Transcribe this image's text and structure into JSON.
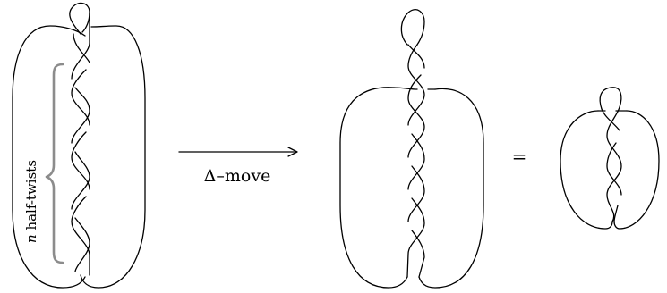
{
  "diagram": {
    "twist_label_var": "n",
    "twist_label_text": " half-twists",
    "arrow_label": "Δ–move",
    "equals_sign": "="
  },
  "colors": {
    "stroke": "#000000",
    "brace": "#8c8c8c",
    "background": "#ffffff"
  }
}
